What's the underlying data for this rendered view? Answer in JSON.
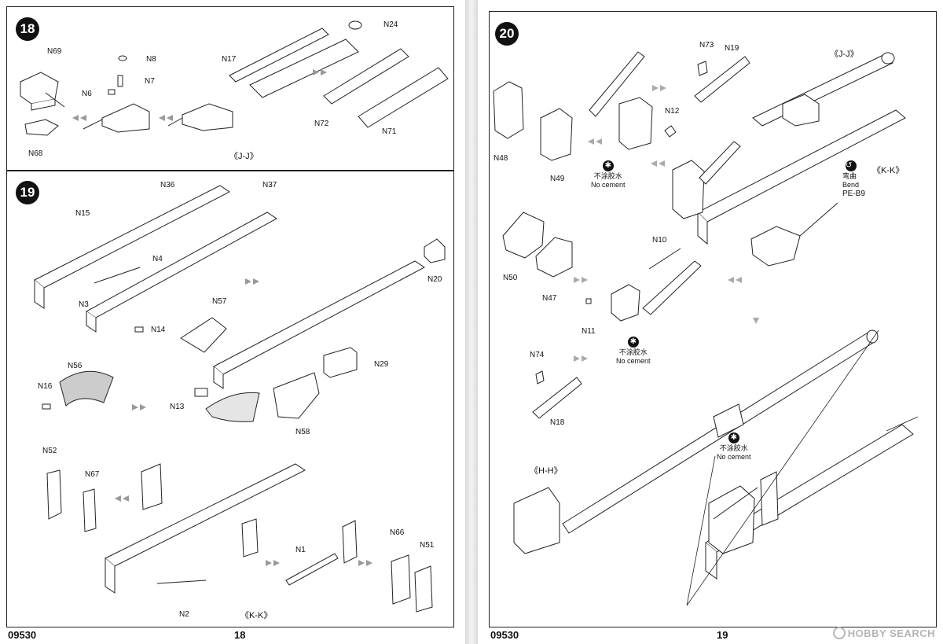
{
  "left_page": {
    "footer_code": "09530",
    "page_number": "18",
    "step18": {
      "number": "18",
      "labels": {
        "n69": "N69",
        "n8": "N8",
        "n7": "N7",
        "n6": "N6",
        "n68": "N68",
        "n17": "N17",
        "n24": "N24",
        "n72": "N72",
        "n71": "N71"
      },
      "view_ref": "《J-J》"
    },
    "step19": {
      "number": "19",
      "labels": {
        "n36": "N36",
        "n37": "N37",
        "n15": "N15",
        "n4": "N4",
        "n3": "N3",
        "n14": "N14",
        "n20": "N20",
        "n57": "N57",
        "n29": "N29",
        "n56": "N56",
        "n16": "N16",
        "n13": "N13",
        "n58": "N58",
        "n52": "N52",
        "n67": "N67",
        "n66": "N66",
        "n51": "N51",
        "n1": "N1",
        "n2": "N2"
      },
      "view_ref": "《K-K》"
    }
  },
  "right_page": {
    "footer_code": "09530",
    "page_number": "19",
    "step20": {
      "number": "20",
      "labels": {
        "n73": "N73",
        "n19": "N19",
        "n48": "N48",
        "n49": "N49",
        "n12": "N12",
        "n50": "N50",
        "n47": "N47",
        "n10": "N10",
        "n11": "N11",
        "n74": "N74",
        "n18": "N18"
      },
      "views": {
        "jj": "《J-J》",
        "kk": "《K-K》",
        "hh": "《H-H》"
      },
      "bend": {
        "zh": "弯曲",
        "en": "Bend",
        "part": "PE-B9"
      },
      "no_cement": {
        "zh": "不涂胶水",
        "en": "No cement"
      }
    }
  },
  "watermark": "HOBBY SEARCH"
}
